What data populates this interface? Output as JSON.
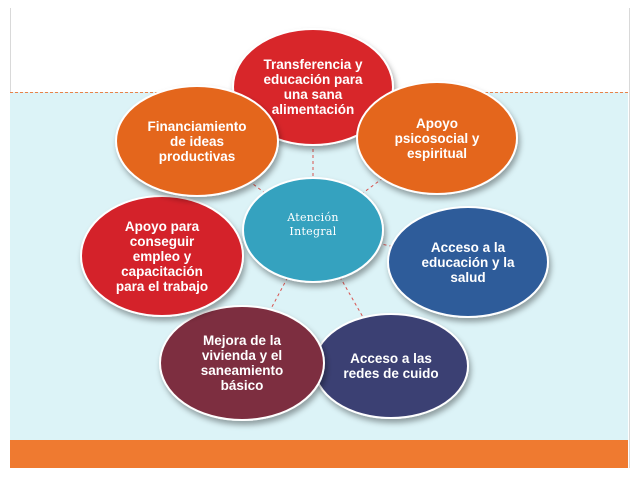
{
  "diagram": {
    "center": {
      "label": "Atención\nIntegral",
      "color": "#35a2bf"
    },
    "nodes": [
      {
        "id": "transferencia",
        "label": "Transferencia y\neducación para\nuna sana\nalimentación",
        "color": "#d8262c"
      },
      {
        "id": "psicosocial",
        "label": "Apoyo\npsicosocial y\nespiritual",
        "color": "#e4661f"
      },
      {
        "id": "educacion-salud",
        "label": "Acceso a la\neducación y la\nsalud",
        "color": "#2f5c9a"
      },
      {
        "id": "redes-cuido",
        "label": "Acceso a las\nredes de cuido",
        "color": "#3b3f73"
      },
      {
        "id": "vivienda",
        "label": "Mejora de la\nvivienda y el\nsaneamiento\nbásico",
        "color": "#7d2e40"
      },
      {
        "id": "empleo",
        "label": "Apoyo para\nconseguir\nempleo y\ncapacitación\npara el trabajo",
        "color": "#d4202c"
      },
      {
        "id": "financiamiento",
        "label": "Financiamiento\nde ideas\nproductivas",
        "color": "#e4661f"
      }
    ]
  },
  "colors": {
    "band": "#dcf3f7",
    "footer": "#ef7a30",
    "connector": "#d9534f"
  }
}
